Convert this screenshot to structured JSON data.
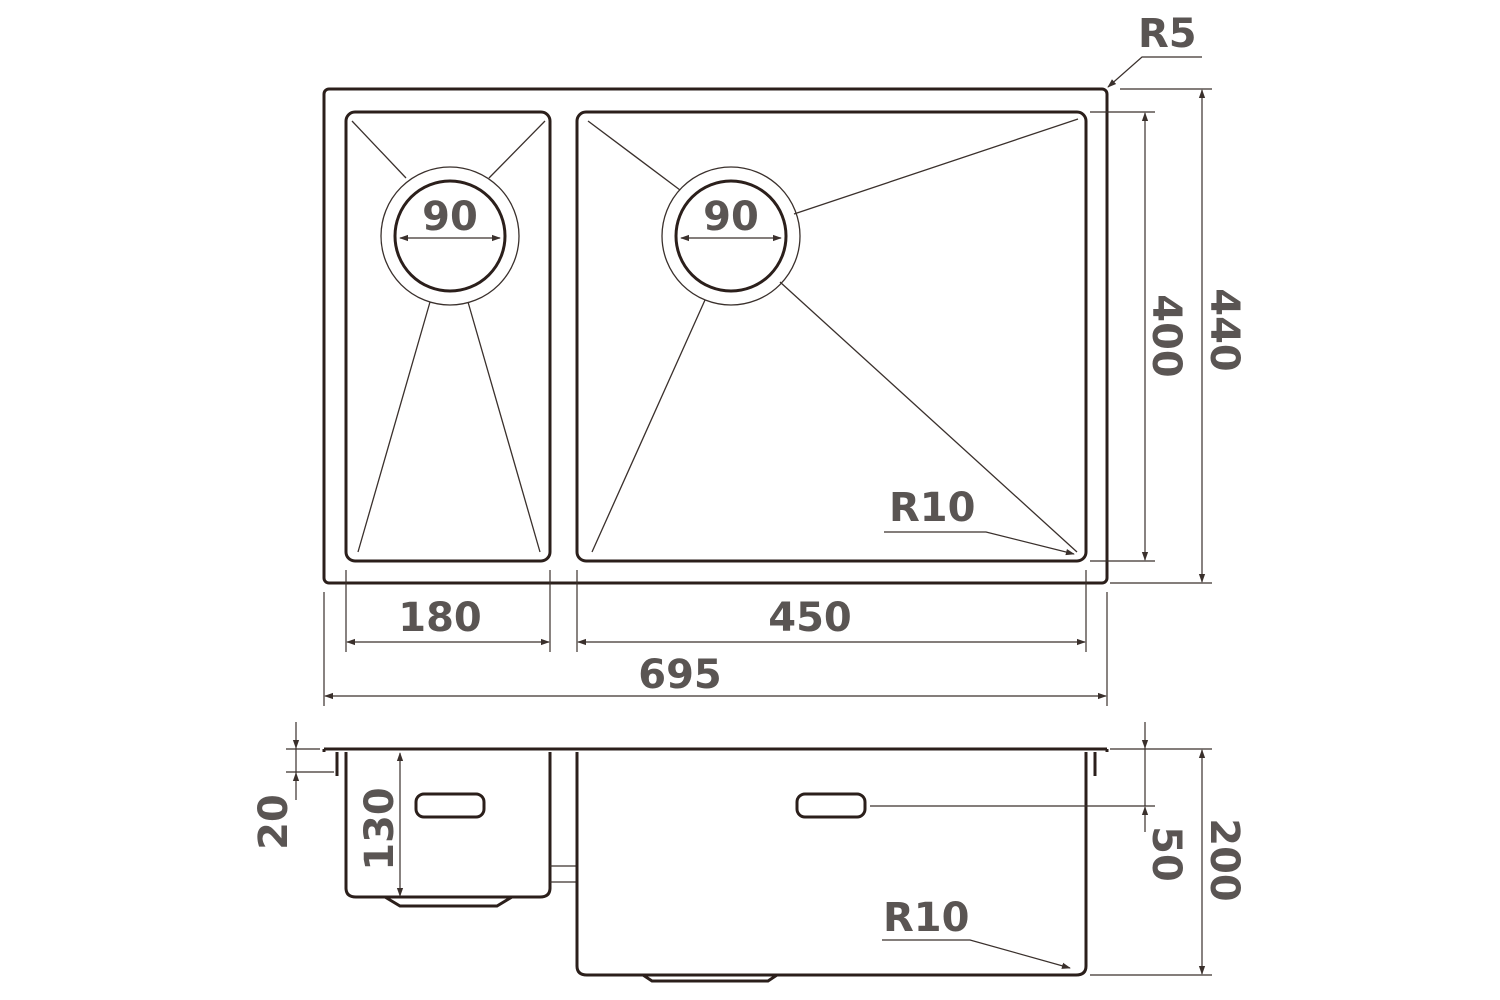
{
  "diagram": {
    "top_view": {
      "corner_outer_radius": "R5",
      "drain_small_bowl": "90",
      "drain_large_bowl": "90",
      "corner_inner_radius": "R10",
      "height_inner": "400",
      "height_outer": "440",
      "width_small_bowl": "180",
      "width_large_bowl": "450",
      "width_total": "695"
    },
    "side_view": {
      "rim_offset": "20",
      "depth_small_bowl": "130",
      "overflow_height": "50",
      "depth_large_bowl": "200",
      "corner_radius": "R10"
    },
    "colors": {
      "line": "#2b1f1b",
      "text": "#5a5553"
    }
  }
}
